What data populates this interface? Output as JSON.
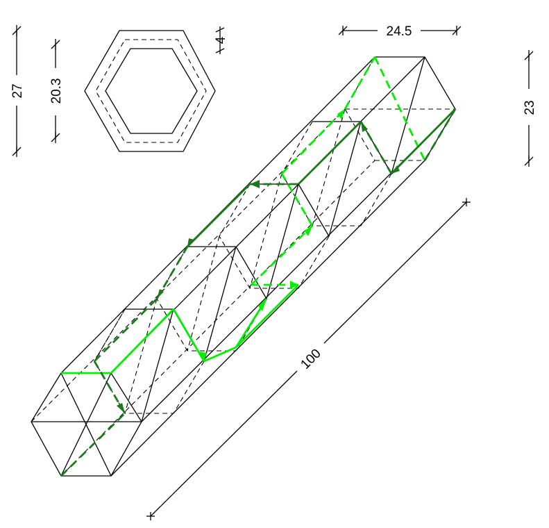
{
  "dimensions": {
    "outer_height": "27",
    "inner_height": "20.3",
    "wall_thickness": "4",
    "hexagon_width": "24.5",
    "side_height": "23",
    "length": "100"
  },
  "colors": {
    "line": "#000000",
    "bright_green": "#00ee00",
    "dark_green": "#1a7a1a"
  }
}
